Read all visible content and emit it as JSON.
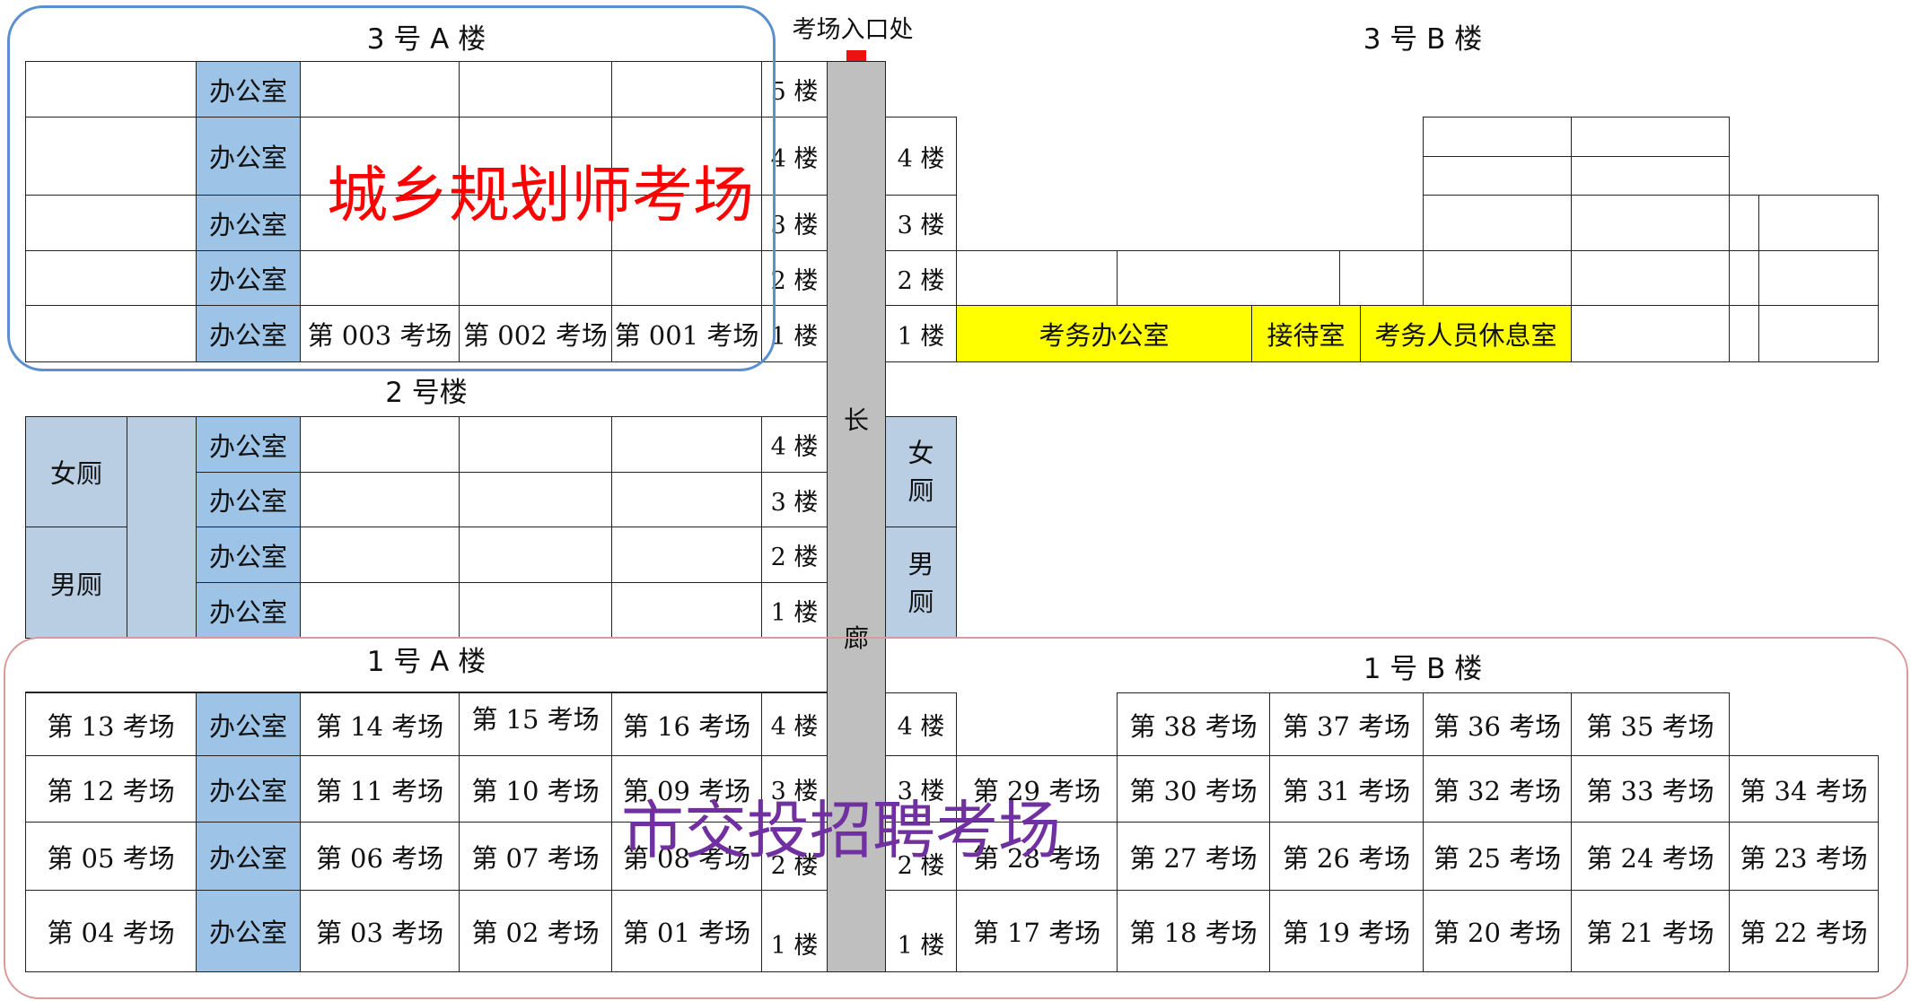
{
  "entrance": "考场入口处",
  "corridor": {
    "char1": "长",
    "char2": "廊"
  },
  "buildings": {
    "b3a": "3 号 A 楼",
    "b3b": "3 号 B 楼",
    "b2": "2 号楼",
    "b1a": "1 号 A 楼",
    "b1b": "1 号 B 楼"
  },
  "floors": {
    "f5": "5 楼",
    "f4": "4 楼",
    "f3": "3 楼",
    "f2": "2 楼",
    "f1": "1 楼"
  },
  "rooms": {
    "office": "办公室",
    "female_wc": "女厕",
    "male_wc": "男厕",
    "female_wc_v": "女\n厕",
    "male_wc_v": "男\n厕",
    "exam_office": "考务办公室",
    "reception": "接待室",
    "staff_lounge": "考务人员休息室"
  },
  "zones": {
    "planner": "城乡规划师考场",
    "recruit": "市交投招聘考场"
  },
  "b3a_rooms": [
    "第 003 考场",
    "第 002 考场",
    "第 001 考场"
  ],
  "b1a_rows": [
    [
      "第 13 考场",
      "第 14 考场",
      "第 15 考场",
      "第 16 考场"
    ],
    [
      "第 12 考场",
      "第 11 考场",
      "第 10 考场",
      "第 09 考场"
    ],
    [
      "第 05 考场",
      "第 06 考场",
      "第 07 考场",
      "第 08 考场"
    ],
    [
      "第 04 考场",
      "第 03 考场",
      "第 02 考场",
      "第 01 考场"
    ]
  ],
  "b1b_row4": [
    "第 38 考场",
    "第 37 考场",
    "第 36 考场",
    "第 35 考场"
  ],
  "b1b_rows": [
    [
      "第 29 考场",
      "第 30 考场",
      "第 31 考场",
      "第 32 考场",
      "第 33 考场",
      "第 34 考场"
    ],
    [
      "第 28 考场",
      "第 27 考场",
      "第 26 考场",
      "第 25 考场",
      "第 24 考场",
      "第 23 考场"
    ],
    [
      "第 17 考场",
      "第 18 考场",
      "第 19 考场",
      "第 20 考场",
      "第 21 考场",
      "第 22 考场"
    ]
  ],
  "colors": {
    "office_blue": "#9dc3e6",
    "wc_grey": "#b9cde3",
    "highlight_yellow": "#ffff00",
    "planner_red": "#ff0000",
    "recruit_purple": "#7030a0",
    "outline_blue": "#5b8fd0",
    "outline_pink": "#d89a9a",
    "arrow_red": "#ee1111"
  }
}
